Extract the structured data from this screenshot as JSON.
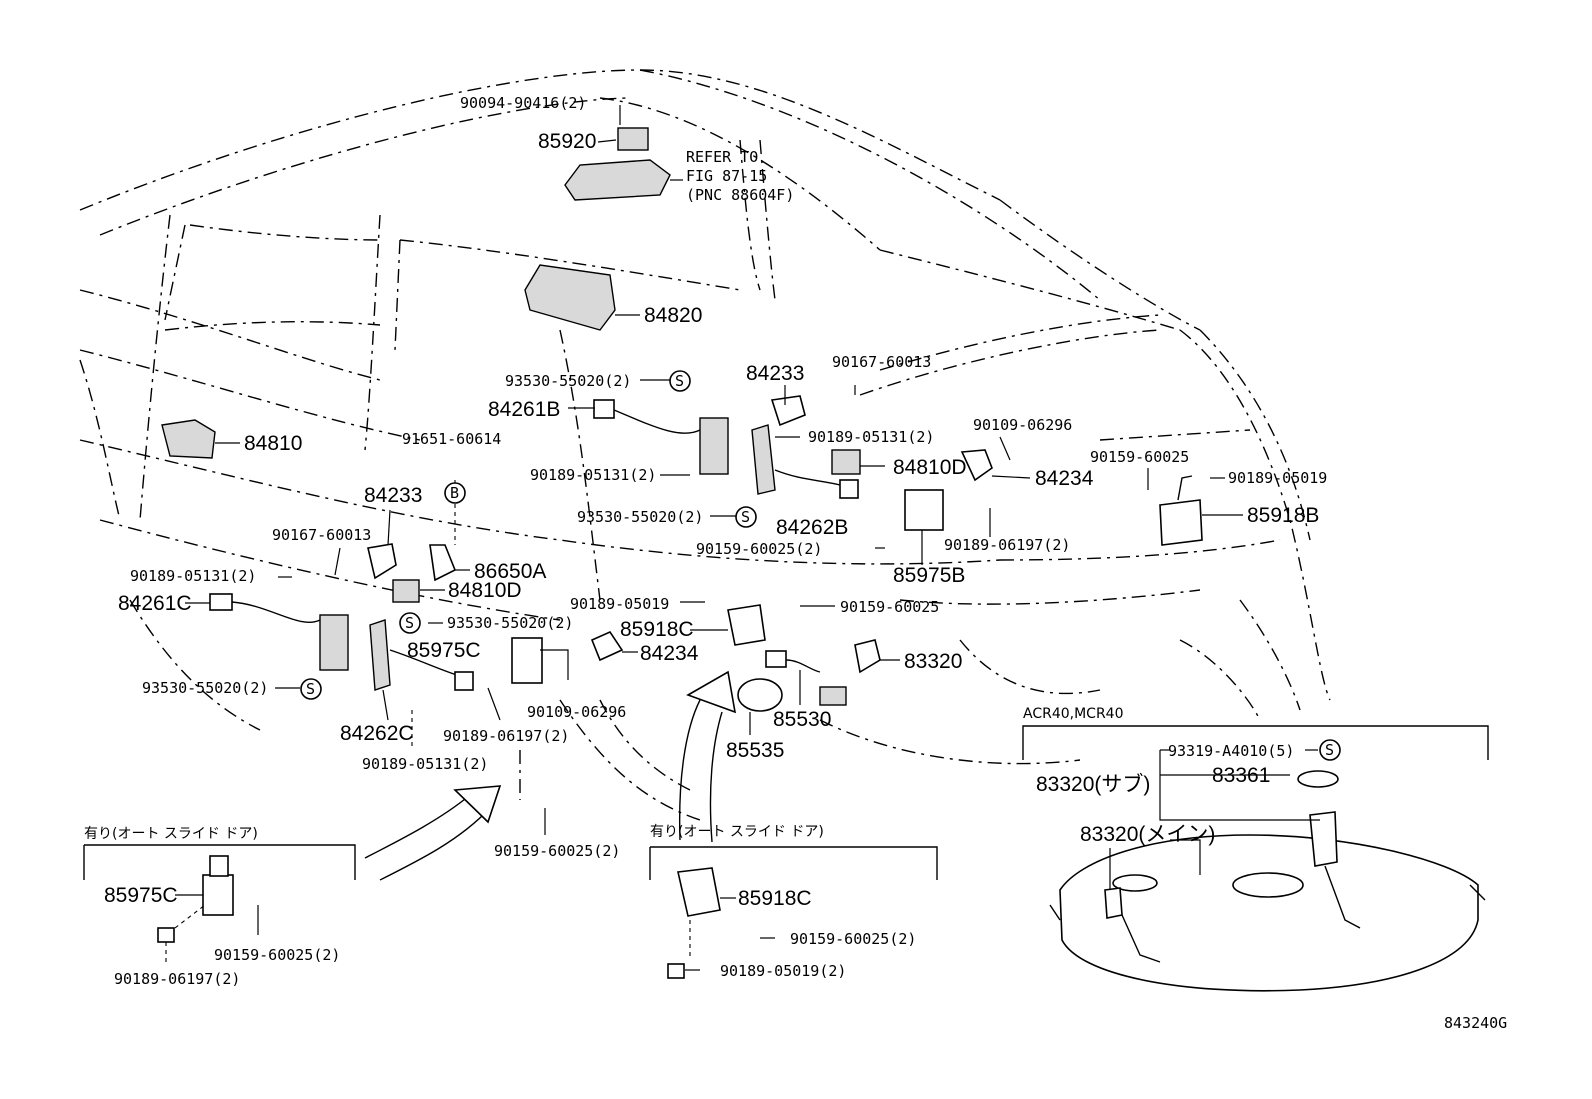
{
  "drawing_code": "843240G",
  "refer_note": [
    "REFER TO",
    "FIG 87-15",
    "(PNC 88604F)"
  ],
  "variant_label": "ACR40,MCR40",
  "inset_left_title": "有り(オート スライド ドア)",
  "inset_mid_title": "有り(オート スライド ドア)",
  "labels": {
    "p90094_90416": "90094-90416(2)",
    "p85920": "85920",
    "p84820": "84820",
    "p84810": "84810",
    "p91651_60614": "91651-60614",
    "p84233_left": "84233",
    "p90167_60013_left": "90167-60013",
    "p90189_05131_left": "90189-05131(2)",
    "p84261C": "84261C",
    "p86650A": "86650A",
    "p84810D_left": "84810D",
    "p93530_55020_mid": "93530-55020(2)",
    "p85975C_main": "85975C",
    "p84234_lower": "84234",
    "p93530_55020_left": "93530-55020(2)",
    "p84262C": "84262C",
    "p90189_06197_lower": "90189-06197(2)",
    "p90109_06296_lower": "90109-06296",
    "p90189_05131_lower": "90189-05131(2)",
    "p90159_60025_lower": "90159-60025(2)",
    "p93530_55020_top": "93530-55020(2)",
    "p84261B": "84261B",
    "p90189_05131_upper": "90189-05131(2)",
    "p93530_55020_upper2": "93530-55020(2)",
    "p84233_right": "84233",
    "p90167_60013_right": "90167-60013",
    "p90189_05131_right": "90189-05131(2)",
    "p84262B": "84262B",
    "p84810D_right": "84810D",
    "p90109_06296_right": "90109-06296",
    "p84234_upper": "84234",
    "p90159_60025_mid2": "90159-60025(2)",
    "p85975B": "85975B",
    "p90189_06197_right": "90189-06197(2)",
    "p90159_60025_right": "90159-60025",
    "p90189_05019_right": "90189-05019",
    "p85918B": "85918B",
    "p90189_05019_mid": "90189-05019",
    "p90159_60025_mid": "90159-60025",
    "p85918C_main": "85918C",
    "p83320": "83320",
    "p85530": "85530",
    "p85535": "85535",
    "p85975C_inset": "85975C",
    "p90159_60025_inset": "90159-60025(2)",
    "p90189_06197_inset": "90189-06197(2)",
    "p85918C_inset": "85918C",
    "p90159_60025_inset2": "90159-60025(2)",
    "p90189_05019_inset": "90189-05019(2)",
    "p93319_A4010": "93319-A4010(5)",
    "p83320_sub": "83320(サブ)",
    "p83361": "83361",
    "p83320_main": "83320(メイン)"
  },
  "symbols": {
    "s": "S",
    "b": "B"
  }
}
